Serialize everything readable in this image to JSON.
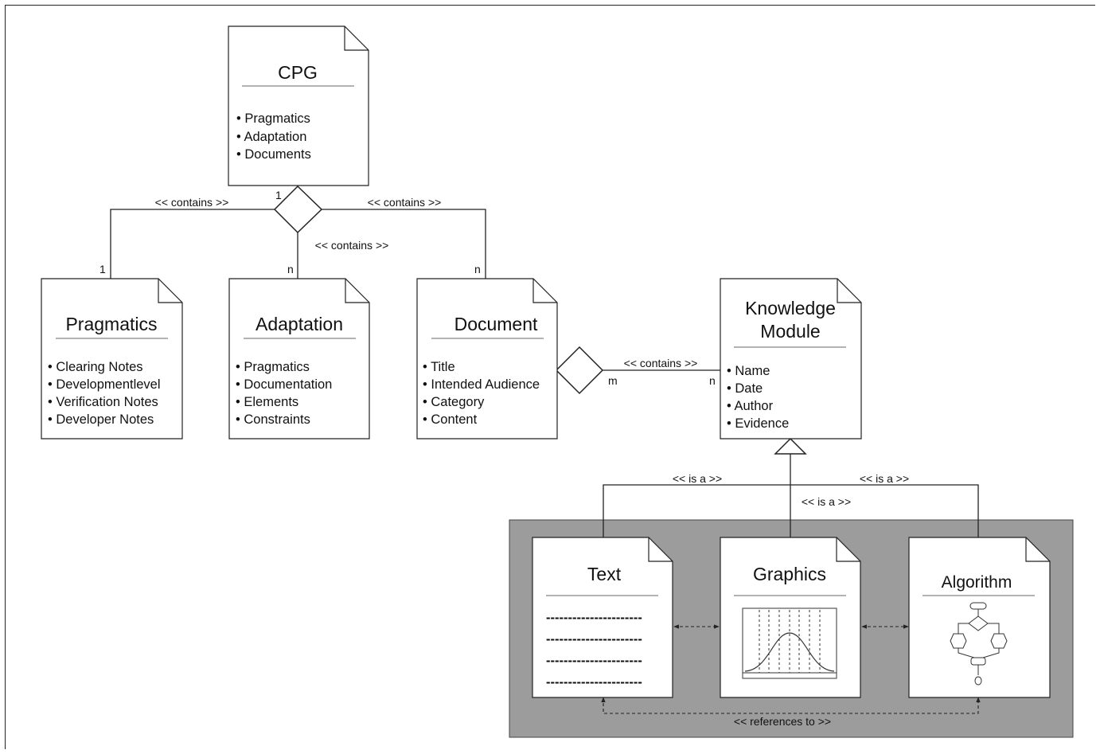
{
  "nodes": {
    "cpg": {
      "title": "CPG",
      "attributes": [
        "Pragmatics",
        "Adaptation",
        "Documents"
      ]
    },
    "pragmatics": {
      "title": "Pragmatics",
      "attributes": [
        "Clearing Notes",
        "Developmentlevel",
        "Verification Notes",
        "Developer Notes"
      ]
    },
    "adaptation": {
      "title": "Adaptation",
      "attributes": [
        "Pragmatics",
        "Documentation",
        "Elements",
        "Constraints"
      ]
    },
    "document": {
      "title": "Document",
      "attributes": [
        "Title",
        "Intended Audience",
        "Category",
        "Content"
      ]
    },
    "knowledge_module": {
      "title_line1": "Knowledge",
      "title_line2": "Module",
      "attributes": [
        "Name",
        "Date",
        "Author",
        "Evidence"
      ]
    },
    "text": {
      "title": "Text",
      "lines": [
        "----------------------",
        "----------------------",
        "----------------------",
        "----------------------"
      ]
    },
    "graphics": {
      "title": "Graphics"
    },
    "algorithm": {
      "title": "Algorithm"
    }
  },
  "relations": {
    "contains_left": "<< contains >>",
    "contains_right": "<< contains >>",
    "contains_middle": "<< contains >>",
    "contains_km": "<< contains >>",
    "is_a_left": "<< is a >>",
    "is_a_middle": "<< is a >>",
    "is_a_right": "<< is a >>",
    "references_to": "<< references to >>"
  },
  "multiplicities": {
    "cpg_side": "1",
    "pragmatics_side": "1",
    "adaptation_side": "n",
    "document_side": "n",
    "document_km_m": "m",
    "document_km_n": "n"
  },
  "colors": {
    "group_background": "#9c9c9c",
    "stroke": "#222222",
    "box_fill": "#ffffff"
  },
  "bullet": "•"
}
